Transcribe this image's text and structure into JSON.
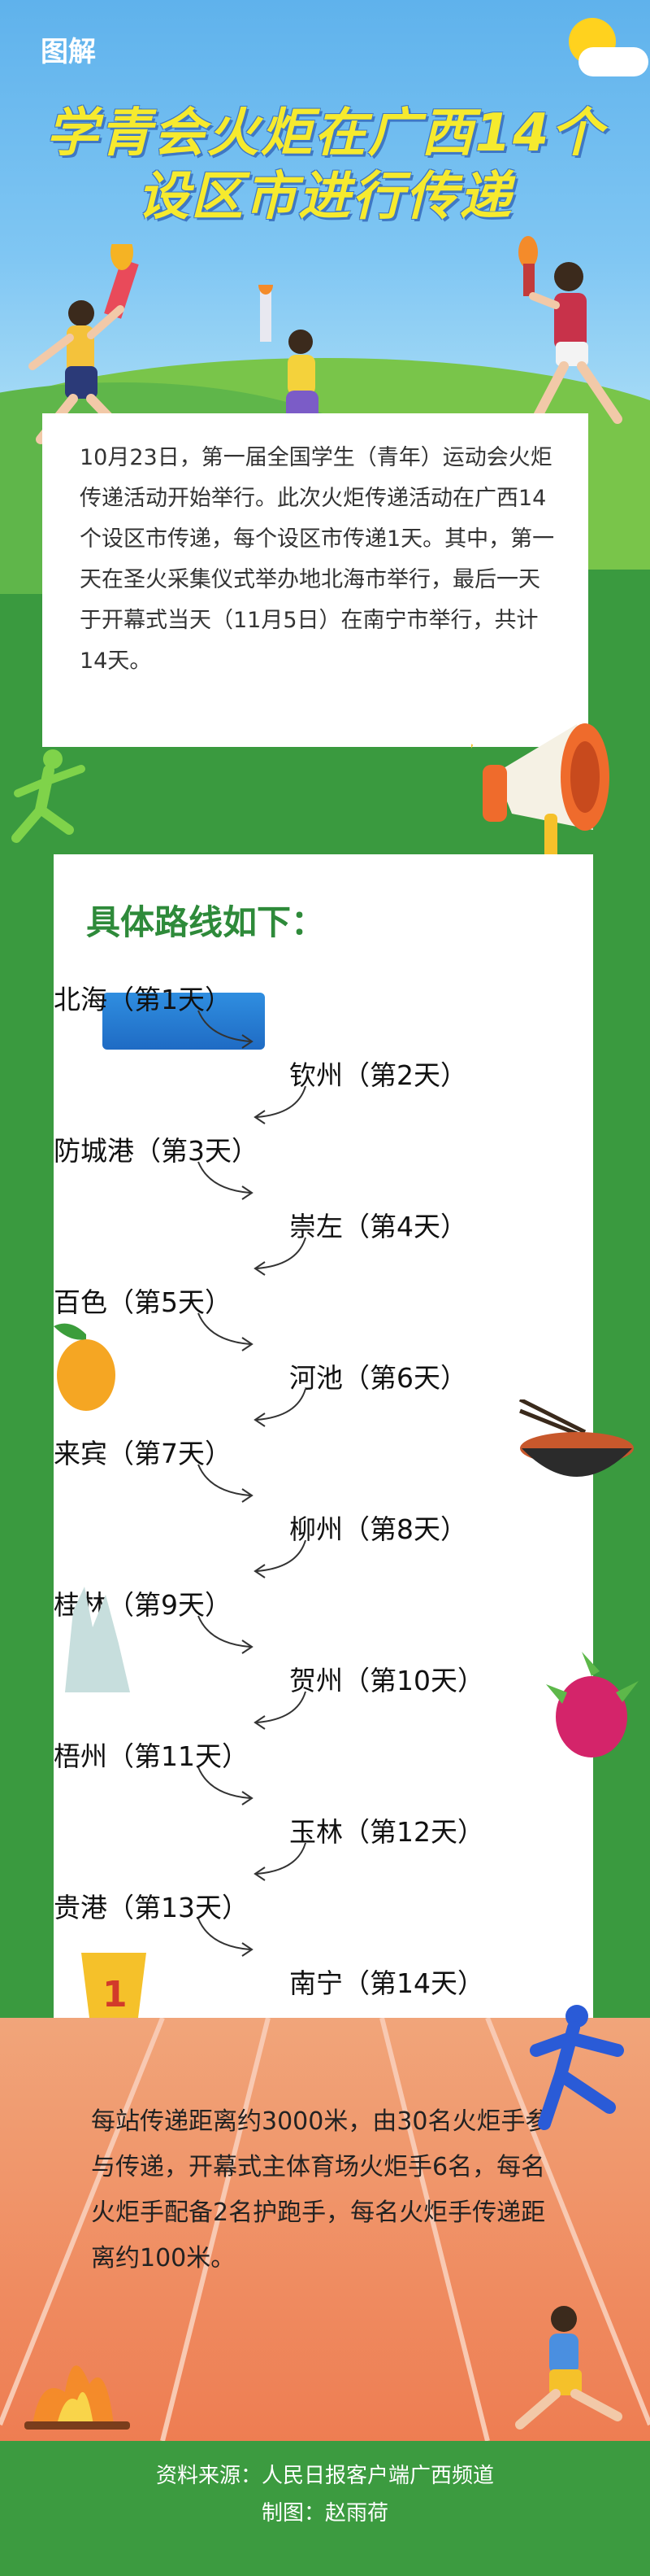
{
  "header": {
    "tag": "图解",
    "title_line1": "学青会火炬在广西14个",
    "title_line2": "设区市进行传递"
  },
  "intro": {
    "text": "10月23日，第一届全国学生（青年）运动会火炬传递活动开始举行。此次火炬传递活动在广西14个设区市传递，每个设区市传递1天。其中，第一天在圣火采集仪式举办地北海市举行，最后一天于开幕式当天（11月5日）在南宁市举行，共计14天。"
  },
  "route": {
    "title": "具体路线如下：",
    "stops": [
      "北海（第1天）",
      "钦州（第2天）",
      "防城港（第3天）",
      "崇左（第4天）",
      "百色（第5天）",
      "河池（第6天）",
      "来宾（第7天）",
      "柳州（第8天）",
      "桂林（第9天）",
      "贺州（第10天）",
      "梧州（第11天）",
      "玉林（第12天）",
      "贵港（第13天）",
      "南宁（第14天）"
    ]
  },
  "relay": {
    "text": "每站传递距离约3000米，由30名火炬手参与传递，开幕式主体育场火炬手6名，每名火炬手配备2名护跑手，每名火炬手传递距离约100米。"
  },
  "footer": {
    "source": "资料来源：人民日报客户端广西频道",
    "credit": "制图：赵雨荷"
  },
  "colors": {
    "title_yellow": "#f6ea2e",
    "route_green": "#2e8a3a",
    "page_green": "#3a9a3f"
  }
}
